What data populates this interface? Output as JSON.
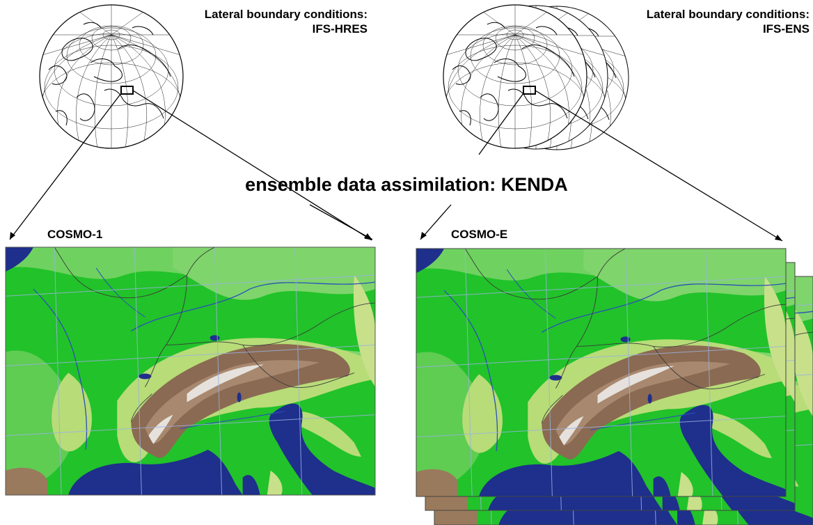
{
  "left_globe": {
    "lbc_title": "Lateral boundary conditions:",
    "lbc_model": "IFS-HRES"
  },
  "right_globe": {
    "lbc_title": "Lateral boundary conditions:",
    "lbc_model": "IFS-ENS"
  },
  "main_title": "ensemble data assimilation: KENDA",
  "left_domain": {
    "label": "COSMO-1"
  },
  "right_domain": {
    "label": "COSMO-E"
  },
  "colors": {
    "sea": "#1e2f8c",
    "lowland": "#22c22a",
    "hills": "#a8d86a",
    "mountains": "#8a6a52",
    "peaks": "#e6e1dc",
    "grid": "#9ab2e0",
    "border": "#333333"
  }
}
